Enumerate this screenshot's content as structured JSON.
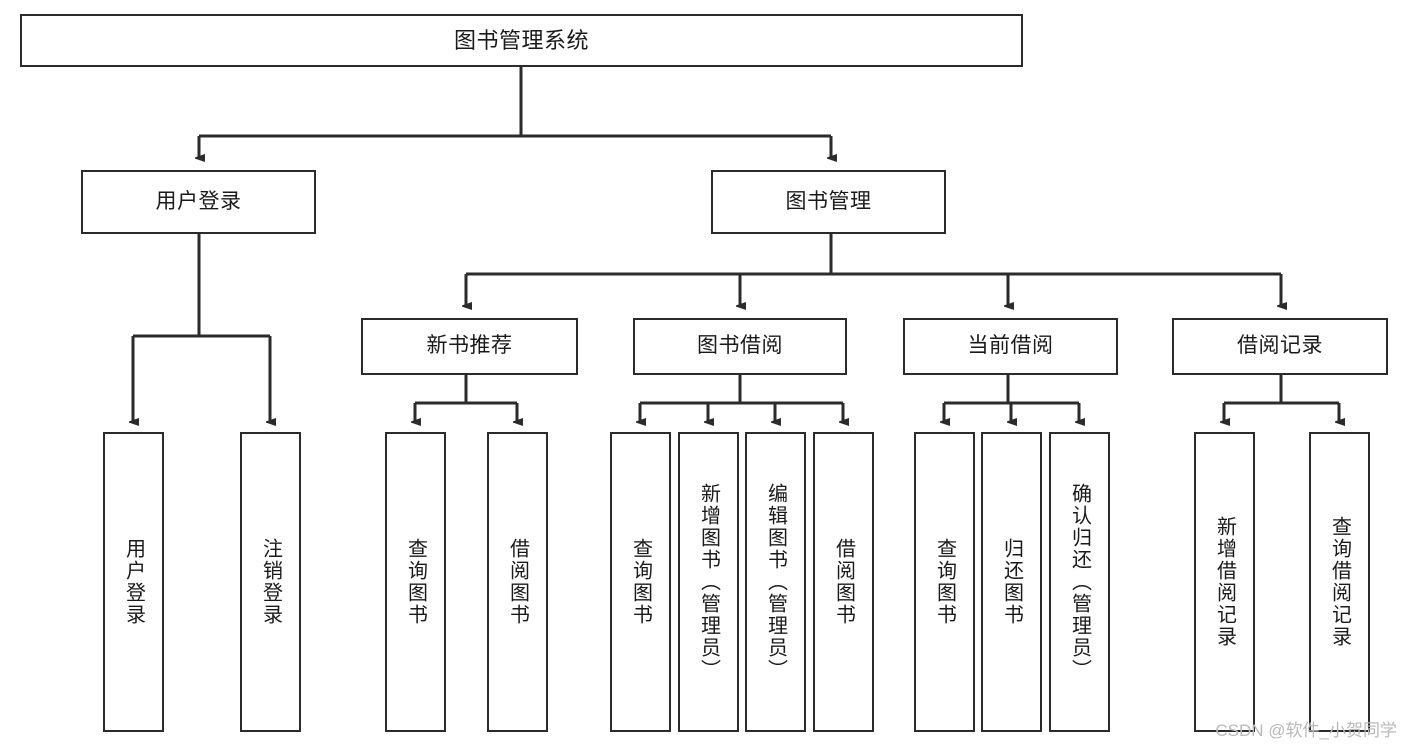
{
  "diagram": {
    "title": "图书管理系统",
    "type": "hierarchy-tree",
    "root": {
      "id": "root",
      "label": "图书管理系统",
      "orientation": "horizontal"
    },
    "level2": [
      {
        "id": "user-login",
        "label": "用户登录",
        "orientation": "horizontal"
      },
      {
        "id": "book-manage",
        "label": "图书管理",
        "orientation": "horizontal"
      }
    ],
    "level3": [
      {
        "id": "new-book-recommend",
        "label": "新书推荐",
        "orientation": "horizontal"
      },
      {
        "id": "book-borrow",
        "label": "图书借阅",
        "orientation": "horizontal"
      },
      {
        "id": "current-borrow",
        "label": "当前借阅",
        "orientation": "horizontal"
      },
      {
        "id": "borrow-record",
        "label": "借阅记录",
        "orientation": "horizontal"
      }
    ],
    "leaves": [
      {
        "id": "leaf-user-login",
        "label": "用户登录",
        "parent": "user-login",
        "orientation": "vertical"
      },
      {
        "id": "leaf-logout-login",
        "label": "注销登录",
        "parent": "user-login",
        "orientation": "vertical"
      },
      {
        "id": "leaf-query-book-1",
        "label": "查询图书",
        "parent": "new-book-recommend",
        "orientation": "vertical"
      },
      {
        "id": "leaf-borrow-book-1",
        "label": "借阅图书",
        "parent": "new-book-recommend",
        "orientation": "vertical"
      },
      {
        "id": "leaf-query-book-2",
        "label": "查询图书",
        "parent": "book-borrow",
        "orientation": "vertical"
      },
      {
        "id": "leaf-add-book",
        "label": "新增图书（管理员）",
        "parent": "book-borrow",
        "orientation": "vertical"
      },
      {
        "id": "leaf-edit-book",
        "label": "编辑图书（管理员）",
        "parent": "book-borrow",
        "orientation": "vertical"
      },
      {
        "id": "leaf-borrow-book-2",
        "label": "借阅图书",
        "parent": "book-borrow",
        "orientation": "vertical"
      },
      {
        "id": "leaf-query-book-3",
        "label": "查询图书",
        "parent": "current-borrow",
        "orientation": "vertical"
      },
      {
        "id": "leaf-return-book",
        "label": "归还图书",
        "parent": "current-borrow",
        "orientation": "vertical"
      },
      {
        "id": "leaf-confirm-return",
        "label": "确认归还（管理员）",
        "parent": "current-borrow",
        "orientation": "vertical"
      },
      {
        "id": "leaf-add-record",
        "label": "新增借阅记录",
        "parent": "borrow-record",
        "orientation": "vertical"
      },
      {
        "id": "leaf-query-record",
        "label": "查询借阅记录",
        "parent": "borrow-record",
        "orientation": "vertical"
      }
    ],
    "watermark": "CSDN @软件_小贺同学",
    "colors": {
      "stroke": "#2b2b2b",
      "fill": "#ffffff",
      "text": "#1a1a1a",
      "watermark": "#b9b9b9"
    }
  }
}
